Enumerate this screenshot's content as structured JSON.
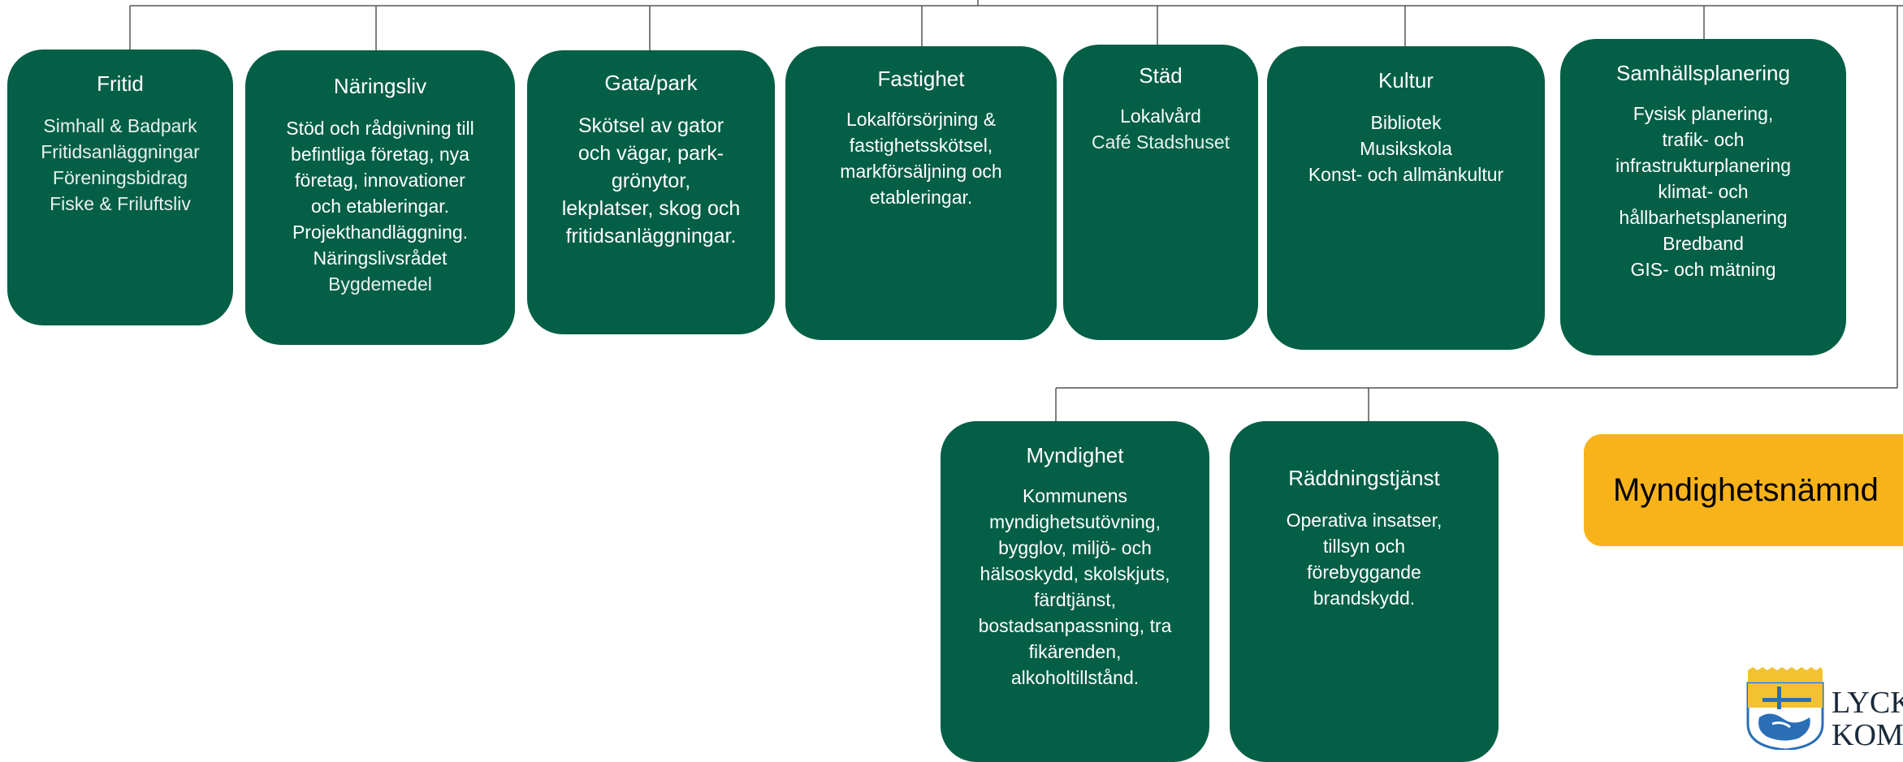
{
  "units": [
    {
      "title": "Fritid",
      "lines": [
        {
          "text": "Simhall & Badpark",
          "light": true
        },
        {
          "text": "Fritidsanläggningar",
          "light": true
        },
        {
          "text": "Föreningsbidrag",
          "light": true
        },
        {
          "text": "Fiske & Friluftsliv",
          "light": true
        }
      ]
    },
    {
      "title": "Näringsliv",
      "lines": [
        {
          "text": "Stöd och rådgivning till"
        },
        {
          "text": "befintliga företag, nya"
        },
        {
          "text": "företag, innovationer"
        },
        {
          "text": "och etableringar."
        },
        {
          "text": "Projekthandläggning."
        },
        {
          "text": "Näringslivsrådet"
        },
        {
          "text": "Bygdemedel",
          "light": true
        }
      ]
    },
    {
      "title": "Gata/park",
      "lines": [
        {
          "text": "Skötsel av gator"
        },
        {
          "text": "och vägar, park-"
        },
        {
          "text": "grönytor,"
        },
        {
          "text": "lekplatser, skog och"
        },
        {
          "text": "fritidsanläggningar."
        }
      ]
    },
    {
      "title": "Fastighet",
      "lines": [
        {
          "text": "Lokalförsörjning &"
        },
        {
          "text": "fastighetsskötsel,"
        },
        {
          "text": "markförsäljning och"
        },
        {
          "text": "etableringar."
        }
      ]
    },
    {
      "title": "Städ",
      "lines": [
        {
          "text": "Lokalvård"
        },
        {
          "text": "Café Stadshuset",
          "light": true
        }
      ]
    },
    {
      "title": "Kultur",
      "lines": [
        {
          "text": "Bibliotek"
        },
        {
          "text": "Musikskola"
        },
        {
          "text": "Konst- och allmänkultur"
        }
      ]
    },
    {
      "title": "Samhällsplanering",
      "lines": [
        {
          "text": "Fysisk planering,"
        },
        {
          "text": "trafik- och"
        },
        {
          "text": "infrastrukturplanering"
        },
        {
          "text": "klimat- och"
        },
        {
          "text": "hållbarhetsplanering"
        },
        {
          "text": "Bredband"
        },
        {
          "text": "GIS- och mätning"
        }
      ]
    },
    {
      "title": "Myndighet",
      "lines": [
        {
          "text": "Kommunens"
        },
        {
          "text": "myndighetsutövning,"
        },
        {
          "text": "bygglov, miljö- och"
        },
        {
          "text": "hälsoskydd, skolskjuts,"
        },
        {
          "text": "färdtjänst,"
        },
        {
          "text": "bostadsanpassning,  tra"
        },
        {
          "text": "fikärenden,"
        },
        {
          "text": "alkoholtillstånd."
        }
      ]
    },
    {
      "title": "Räddningstjänst",
      "lines": [
        {
          "text": "Operativa insatser,"
        },
        {
          "text": "tillsyn och"
        },
        {
          "text": "förebyggande"
        },
        {
          "text": "brandskydd."
        }
      ]
    }
  ],
  "myndighetsnamnd": "Myndighetsnämnd",
  "logo": {
    "line1": "LYCKS",
    "line2": "KOMM"
  },
  "colors": {
    "box_green": "#035f45",
    "badge_yellow": "#f8b31b",
    "connector": "#555555"
  }
}
